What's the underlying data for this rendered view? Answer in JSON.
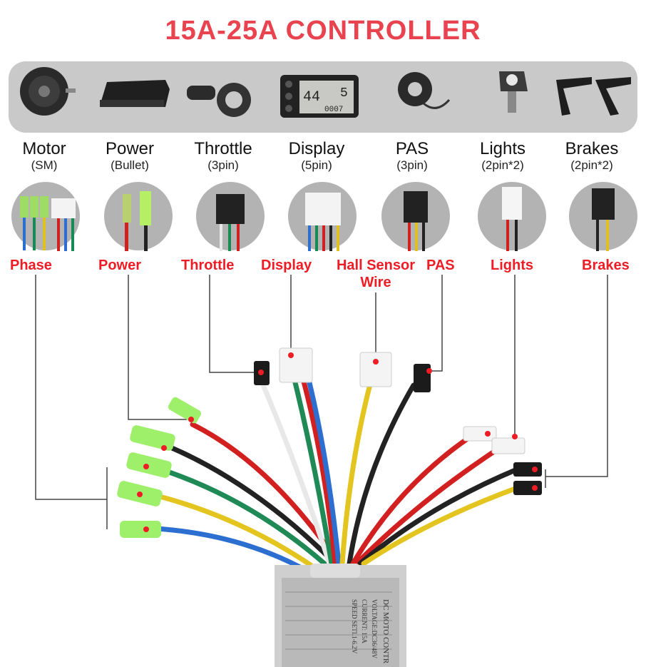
{
  "title": "15A-25A  CONTROLLER",
  "components": [
    {
      "name": "Motor",
      "spec": "(SM)",
      "icon": "hub-motor-icon"
    },
    {
      "name": "Power",
      "spec": "(Bullet)",
      "icon": "battery-icon"
    },
    {
      "name": "Throttle",
      "spec": "(3pin)",
      "icon": "throttle-icon"
    },
    {
      "name": "Display",
      "spec": "(5pin)",
      "icon": "lcd-display-icon"
    },
    {
      "name": "PAS",
      "spec": "(3pin)",
      "icon": "pas-sensor-icon"
    },
    {
      "name": "Lights",
      "spec": "(2pin*2)",
      "icon": "headlight-icon"
    },
    {
      "name": "Brakes",
      "spec": "(2pin*2)",
      "icon": "brake-lever-icon"
    }
  ],
  "display_readout": {
    "speed": "44",
    "gear": "5",
    "odo": "0007"
  },
  "connector_labels": [
    "Phase",
    "Power",
    "Throttle",
    "Display",
    "Hall Sensor Wire",
    "PAS",
    "Lights",
    "Brakes"
  ],
  "controller_text": [
    "DC MOTO CONTR",
    "VOLTAGE:DC36/48V",
    "CURRENT: 15A",
    "SPEED SETI.1-6.2V"
  ],
  "colors": {
    "title": "#e8434f",
    "label": "#ee1c25",
    "bar": "#c9c9c9",
    "circle": "#b3b3b3"
  }
}
